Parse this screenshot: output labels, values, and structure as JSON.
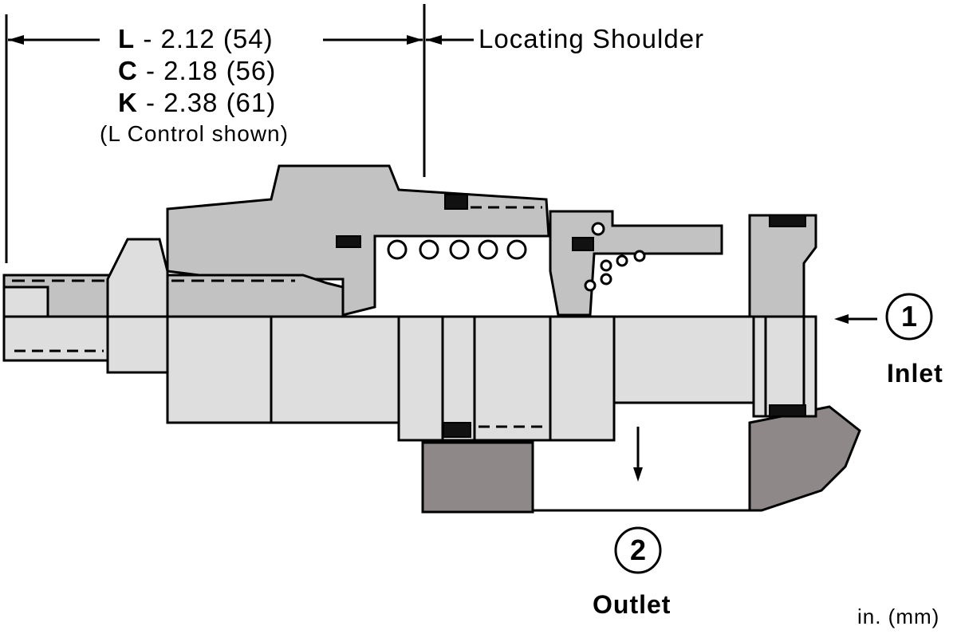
{
  "dimensions": [
    {
      "code": "L",
      "value": " - 2.12 (54)"
    },
    {
      "code": "C",
      "value": " - 2.18 (56)"
    },
    {
      "code": "K",
      "value": " - 2.38 (61)"
    }
  ],
  "control_note": "(L Control shown)",
  "locating_shoulder": "Locating Shoulder",
  "ports": [
    {
      "number": "1",
      "label": "Inlet"
    },
    {
      "number": "2",
      "label": "Outlet"
    }
  ],
  "units": "in. (mm)",
  "colors": {
    "body_gray": "#c2c2c2",
    "light_gray": "#dedede",
    "manifold_gray": "#8f8888",
    "seal_black": "#111111",
    "line": "#000000"
  }
}
